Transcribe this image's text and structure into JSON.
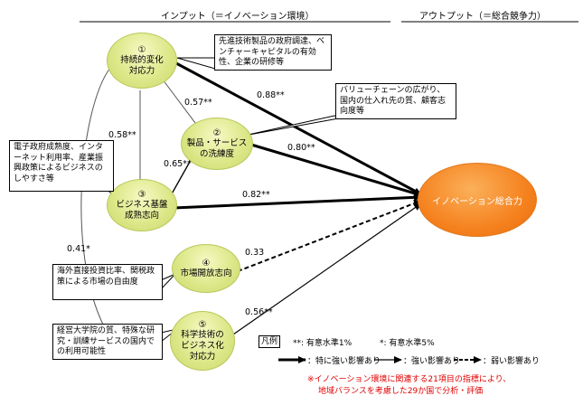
{
  "header": {
    "input_title": "インプット（＝イノベーション環境）",
    "output_title": "アウトプット（＝総合競争力）"
  },
  "nodes": [
    {
      "num": "①",
      "line1": "持続的変化",
      "line2": "対応力"
    },
    {
      "num": "②",
      "line1": "製品・サービス",
      "line2": "の洗練度"
    },
    {
      "num": "③",
      "line1": "ビジネス基盤",
      "line2": "成熟志向"
    },
    {
      "num": "④",
      "line1": "市場開放志向",
      "line2": ""
    },
    {
      "num": "⑤",
      "line1": "科学技術の",
      "line2": "ビジネス化",
      "line3": "対応力"
    }
  ],
  "output_node": "イノベーション総合力",
  "callouts": [
    "先進技術製品の政府調達、ベンチャーキャピタルの有効性、企業の研修等",
    "バリューチェーンの広がり、国内の仕入れ先の質、顧客志向度等",
    "電子政府成熟度、インターネット利用率、産業振興政策によるビジネスのしやすさ等",
    "海外直接投資比率、関税政策による市場の自由度",
    "経営大学院の質、特殊な研究・訓練サービスの国内での利用可能性"
  ],
  "coefficients": {
    "n1_out": "0.88**",
    "n1_n2": "0.57**",
    "n1_n3": "0.58**",
    "n2_out": "0.80**",
    "n3_n2": "0.65**",
    "n3_out": "0.82**",
    "n4_out": "0.33",
    "n5_out": "0.56**",
    "n1_n5": "0.41*"
  },
  "legend": {
    "title": "凡例",
    "sig1": "**: 有意水準1%",
    "sig5": "*: 有意水準5%",
    "strong_special": "：特に強い影響あり",
    "strong": "：強い影響あり",
    "weak": "：弱い影響あり"
  },
  "note": {
    "line1": "※イノベーション環境に関連する21項目の指標により、",
    "line2": "地域バランスを考慮した29か国で分析・評価"
  },
  "colors": {
    "node_fill": "#dde88a",
    "output_fill": "#f5821f",
    "note_text": "#e00000"
  }
}
